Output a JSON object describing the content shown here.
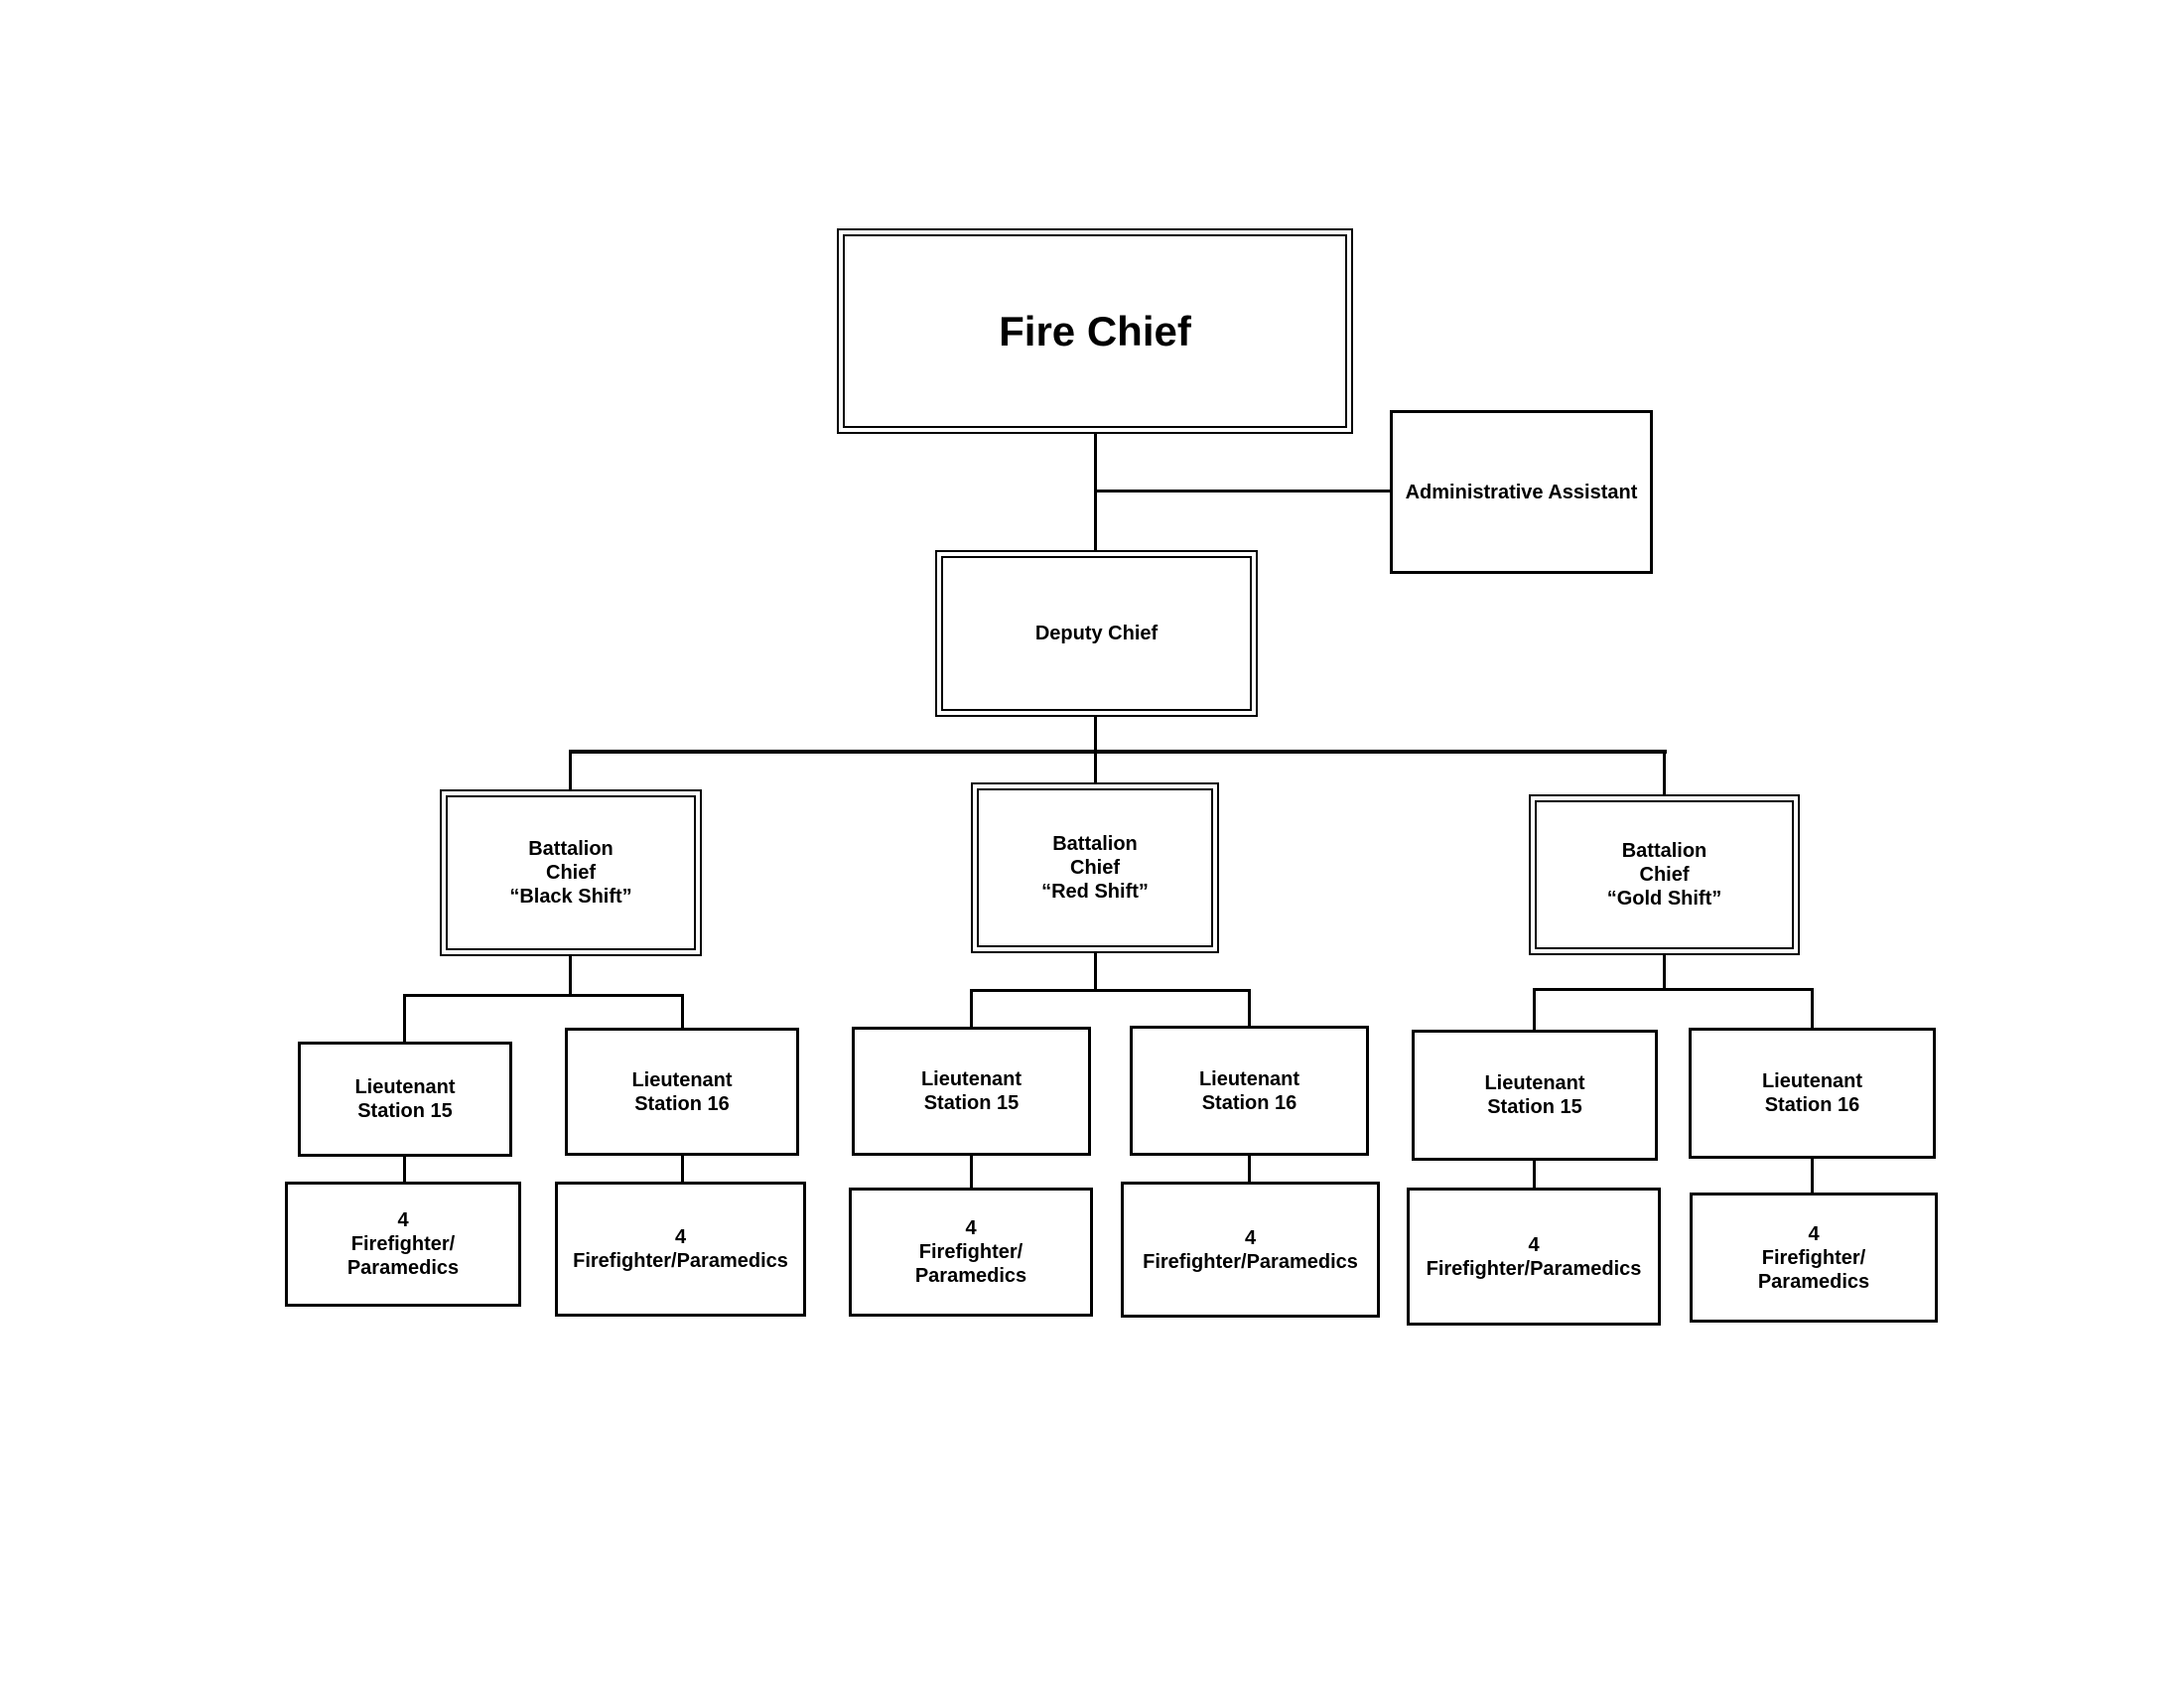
{
  "org": {
    "fire_chief": {
      "label": "Fire Chief",
      "reports_to": null
    },
    "administrative_assistant": {
      "label": "Administrative Assistant",
      "reports_to": "fire_chief"
    },
    "deputy_chief": {
      "label": "Deputy Chief",
      "reports_to": "fire_chief"
    },
    "battalion_chief_black": {
      "lines": [
        "Battalion",
        "Chief",
        "“Black Shift”"
      ],
      "reports_to": "deputy_chief"
    },
    "battalion_chief_red": {
      "lines": [
        "Battalion",
        "Chief",
        "“Red Shift”"
      ],
      "reports_to": "deputy_chief"
    },
    "battalion_chief_gold": {
      "lines": [
        "Battalion",
        "Chief",
        "“Gold Shift”"
      ],
      "reports_to": "deputy_chief"
    },
    "lt_black_15": {
      "lines": [
        "Lieutenant",
        "Station 15"
      ],
      "reports_to": "battalion_chief_black"
    },
    "lt_black_16": {
      "lines": [
        "Lieutenant",
        "Station 16"
      ],
      "reports_to": "battalion_chief_black"
    },
    "lt_red_15": {
      "lines": [
        "Lieutenant",
        "Station 15"
      ],
      "reports_to": "battalion_chief_red"
    },
    "lt_red_16": {
      "lines": [
        "Lieutenant",
        "Station 16"
      ],
      "reports_to": "battalion_chief_red"
    },
    "lt_gold_15": {
      "lines": [
        "Lieutenant",
        "Station 15"
      ],
      "reports_to": "battalion_chief_gold"
    },
    "lt_gold_16": {
      "lines": [
        "Lieutenant",
        "Station 16"
      ],
      "reports_to": "battalion_chief_gold"
    },
    "ff_black_15": {
      "lines": [
        "4",
        "Firefighter/",
        "Paramedics"
      ],
      "reports_to": "lt_black_15"
    },
    "ff_black_16": {
      "lines": [
        "4",
        "Firefighter/Paramedics"
      ],
      "reports_to": "lt_black_16"
    },
    "ff_red_15": {
      "lines": [
        "4",
        "Firefighter/",
        "Paramedics"
      ],
      "reports_to": "lt_red_15"
    },
    "ff_red_16": {
      "lines": [
        "4",
        "Firefighter/Paramedics"
      ],
      "reports_to": "lt_red_16"
    },
    "ff_gold_15": {
      "lines": [
        "4",
        "Firefighter/Paramedics"
      ],
      "reports_to": "lt_gold_15"
    },
    "ff_gold_16": {
      "lines": [
        "4",
        "Firefighter/",
        "Paramedics"
      ],
      "reports_to": "lt_gold_16"
    }
  },
  "colors": {
    "line": "#000000",
    "background": "#ffffff",
    "text": "#000000"
  }
}
